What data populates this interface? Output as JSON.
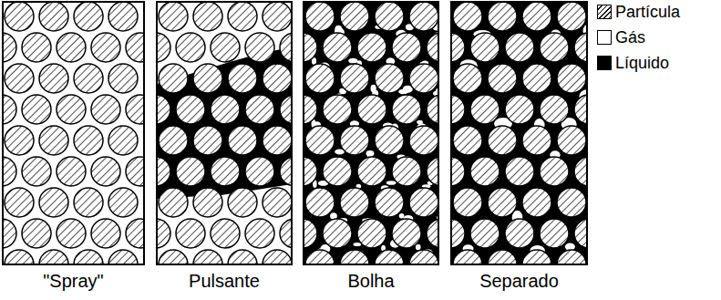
{
  "diagram": {
    "labels": [
      "\"Spray\"",
      "Pulsante",
      "Bolha",
      "Separado"
    ],
    "legend": [
      {
        "text": "Partícula"
      },
      {
        "text": "Gás",
        "color": "#ffffff"
      },
      {
        "text": "Líquido",
        "color": "#000000"
      }
    ]
  }
}
